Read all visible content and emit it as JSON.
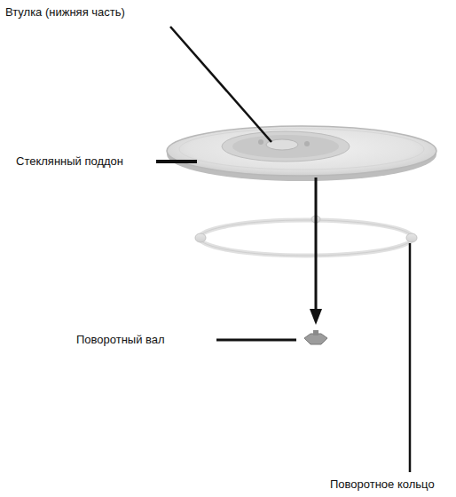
{
  "diagram": {
    "labels": [
      "Втулка (нижняя часть)",
      "Стеклянный поддон",
      "Поворотный вал",
      "Поворотное кольцо"
    ]
  }
}
